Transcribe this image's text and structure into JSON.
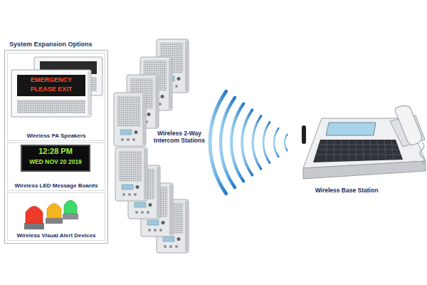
{
  "diagram": {
    "nodes": [
      {
        "text": [
          "System Expansion Options"
        ]
      },
      {
        "text": [
          "Wireless PA Speakers"
        ],
        "in": 0
      },
      {
        "text": [
          "Wireless LED Message Boards"
        ],
        "in": 0
      },
      {
        "text": [
          "Wireless Visual Alert Devices"
        ],
        "in": 0
      }
    ],
    "labels": [
      "EMERGENCY",
      "PLEASE EXIT",
      "12:28 PM",
      "WED NOV 20 2019",
      "Wireless 2-Way Intercom Stations",
      "Wireless Base Station"
    ]
  }
}
